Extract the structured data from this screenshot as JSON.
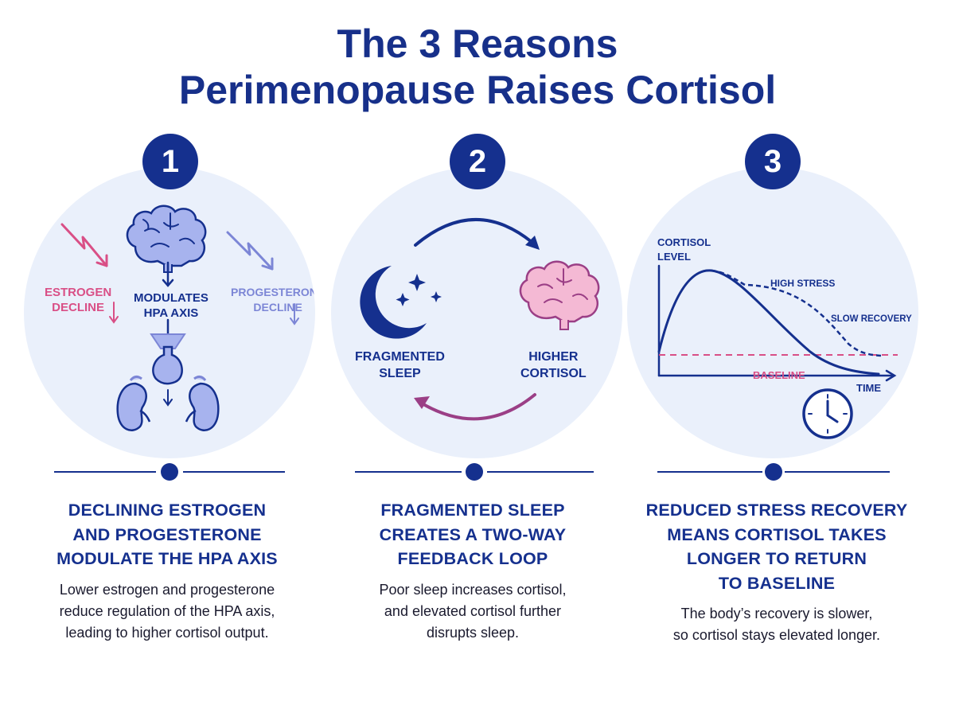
{
  "title": {
    "line1": "The 3 Reasons",
    "line2": "Perimenopause Raises Cortisol"
  },
  "colors": {
    "navy": "#15308e",
    "pink": "#d94f86",
    "periwinkle": "#7c86d6",
    "brain_blue": "#a7b3ee",
    "brain_pink": "#f4b9d4",
    "circle_bg": "#eaf0fb",
    "loop_purple": "#9b3f86"
  },
  "reasons": [
    {
      "number": "1",
      "labels": {
        "estrogen": [
          "ESTROGEN",
          "DECLINE"
        ],
        "modulates": [
          "MODULATES",
          "HPA AXIS"
        ],
        "progesterone": [
          "PROGESTERONE",
          "DECLINE"
        ]
      },
      "icons": [
        "pink-zigzag-down-arrow-icon",
        "brain-icon",
        "periwinkle-zigzag-down-arrow-icon",
        "pituitary-gland-icon",
        "kidneys-adrenal-icon"
      ],
      "heading": [
        "DECLINING ESTROGEN",
        "AND PROGESTERONE",
        "MODULATE THE HPA AXIS"
      ],
      "description": [
        "Lower estrogen and progesterone",
        "reduce regulation of the HPA axis,",
        "leading to higher cortisol output."
      ]
    },
    {
      "number": "2",
      "labels": {
        "sleep": [
          "FRAGMENTED",
          "SLEEP"
        ],
        "cortisol": [
          "HIGHER",
          "CORTISOL"
        ]
      },
      "icons": [
        "moon-stars-icon",
        "pink-brain-icon",
        "arrow-top-icon",
        "arrow-bottom-icon"
      ],
      "heading": [
        "FRAGMENTED SLEEP",
        "CREATES A TWO-WAY",
        "FEEDBACK LOOP"
      ],
      "description": [
        "Poor sleep increases cortisol,",
        "and elevated cortisol further",
        "disrupts sleep."
      ]
    },
    {
      "number": "3",
      "labels": {
        "ylabel": [
          "CORTISOL",
          "LEVEL"
        ],
        "high_stress": "HIGH STRESS",
        "slow_recovery": "SLOW RECOVERY",
        "baseline": "BASELINE",
        "time": "TIME"
      },
      "icons": [
        "clock-icon"
      ],
      "heading": [
        "REDUCED STRESS RECOVERY",
        "MEANS CORTISOL TAKES",
        "LONGER TO RETURN",
        "TO BASELINE"
      ],
      "description": [
        "The body’s recovery is slower,",
        "so cortisol stays elevated longer."
      ]
    }
  ]
}
